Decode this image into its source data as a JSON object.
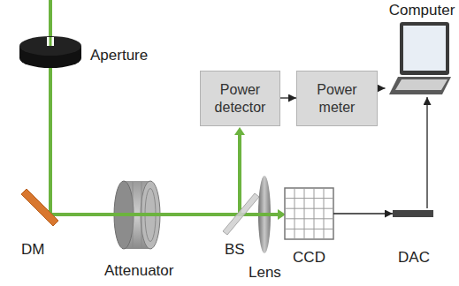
{
  "diagram": {
    "nodes": [
      {
        "text": [
          "Power detector"
        ]
      },
      {
        "text": [
          "Power meter"
        ]
      },
      {
        "text": [
          "Computer"
        ]
      },
      {
        "text": [
          "CCD"
        ]
      },
      {
        "text": [
          "DAC"
        ]
      }
    ],
    "edges": [
      {
        "from": 0,
        "to": 1,
        "arrow": "to"
      },
      {
        "from": 1,
        "to": 2,
        "arrow": "to"
      },
      {
        "from": 3,
        "to": 4,
        "arrow": "to"
      },
      {
        "from": 4,
        "to": 2,
        "arrow": "to"
      }
    ],
    "labels": [
      "Aperture",
      "DM",
      "Attenuator",
      "BS",
      "Lens"
    ]
  }
}
